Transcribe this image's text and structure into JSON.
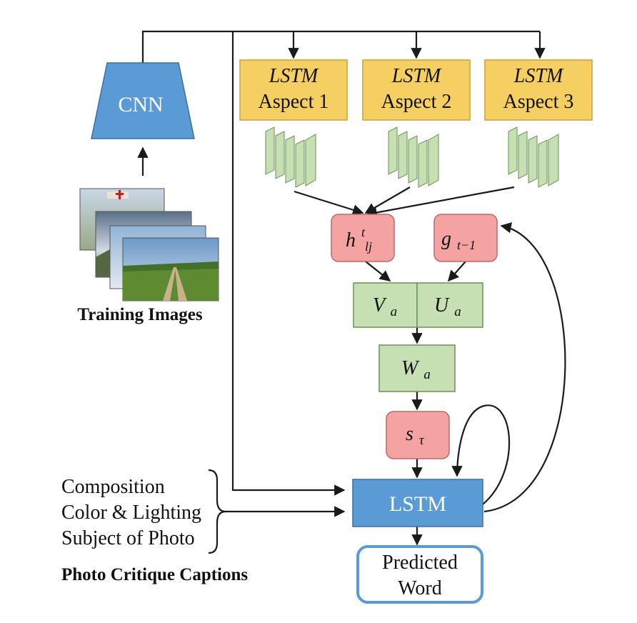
{
  "cnn": {
    "label": "CNN",
    "color": "#5b9bd5"
  },
  "training_images": {
    "caption": "Training Images"
  },
  "lstm_aspects": [
    {
      "title": "LSTM",
      "aspect": "Aspect 1"
    },
    {
      "title": "LSTM",
      "aspect": "Aspect 2"
    },
    {
      "title": "LSTM",
      "aspect": "Aspect 3"
    }
  ],
  "attention": {
    "h_node": {
      "base": "h",
      "sup": "t",
      "sub": "lj"
    },
    "g_node": {
      "base": "g",
      "sub": "t−1"
    },
    "va_block": {
      "base": "V",
      "sub": "a"
    },
    "ua_block": {
      "base": "U",
      "sub": "a"
    },
    "wa_block": {
      "base": "W",
      "sub": "a"
    },
    "s_node": {
      "base": "s",
      "sub": "τ"
    }
  },
  "decoder": {
    "lstm_label": "LSTM",
    "output_line1": "Predicted",
    "output_line2": "Word"
  },
  "captions": {
    "items": [
      "Composition",
      "Color & Lighting",
      "Subject of Photo"
    ],
    "title": "Photo Critique Captions"
  },
  "colors": {
    "lstm_yellow": "#f6cf62",
    "green_block": "#c6e0b4",
    "pink_node": "#f4a2a2",
    "lstm_blue": "#5b9bd5",
    "output_border": "#5b9bd5"
  }
}
